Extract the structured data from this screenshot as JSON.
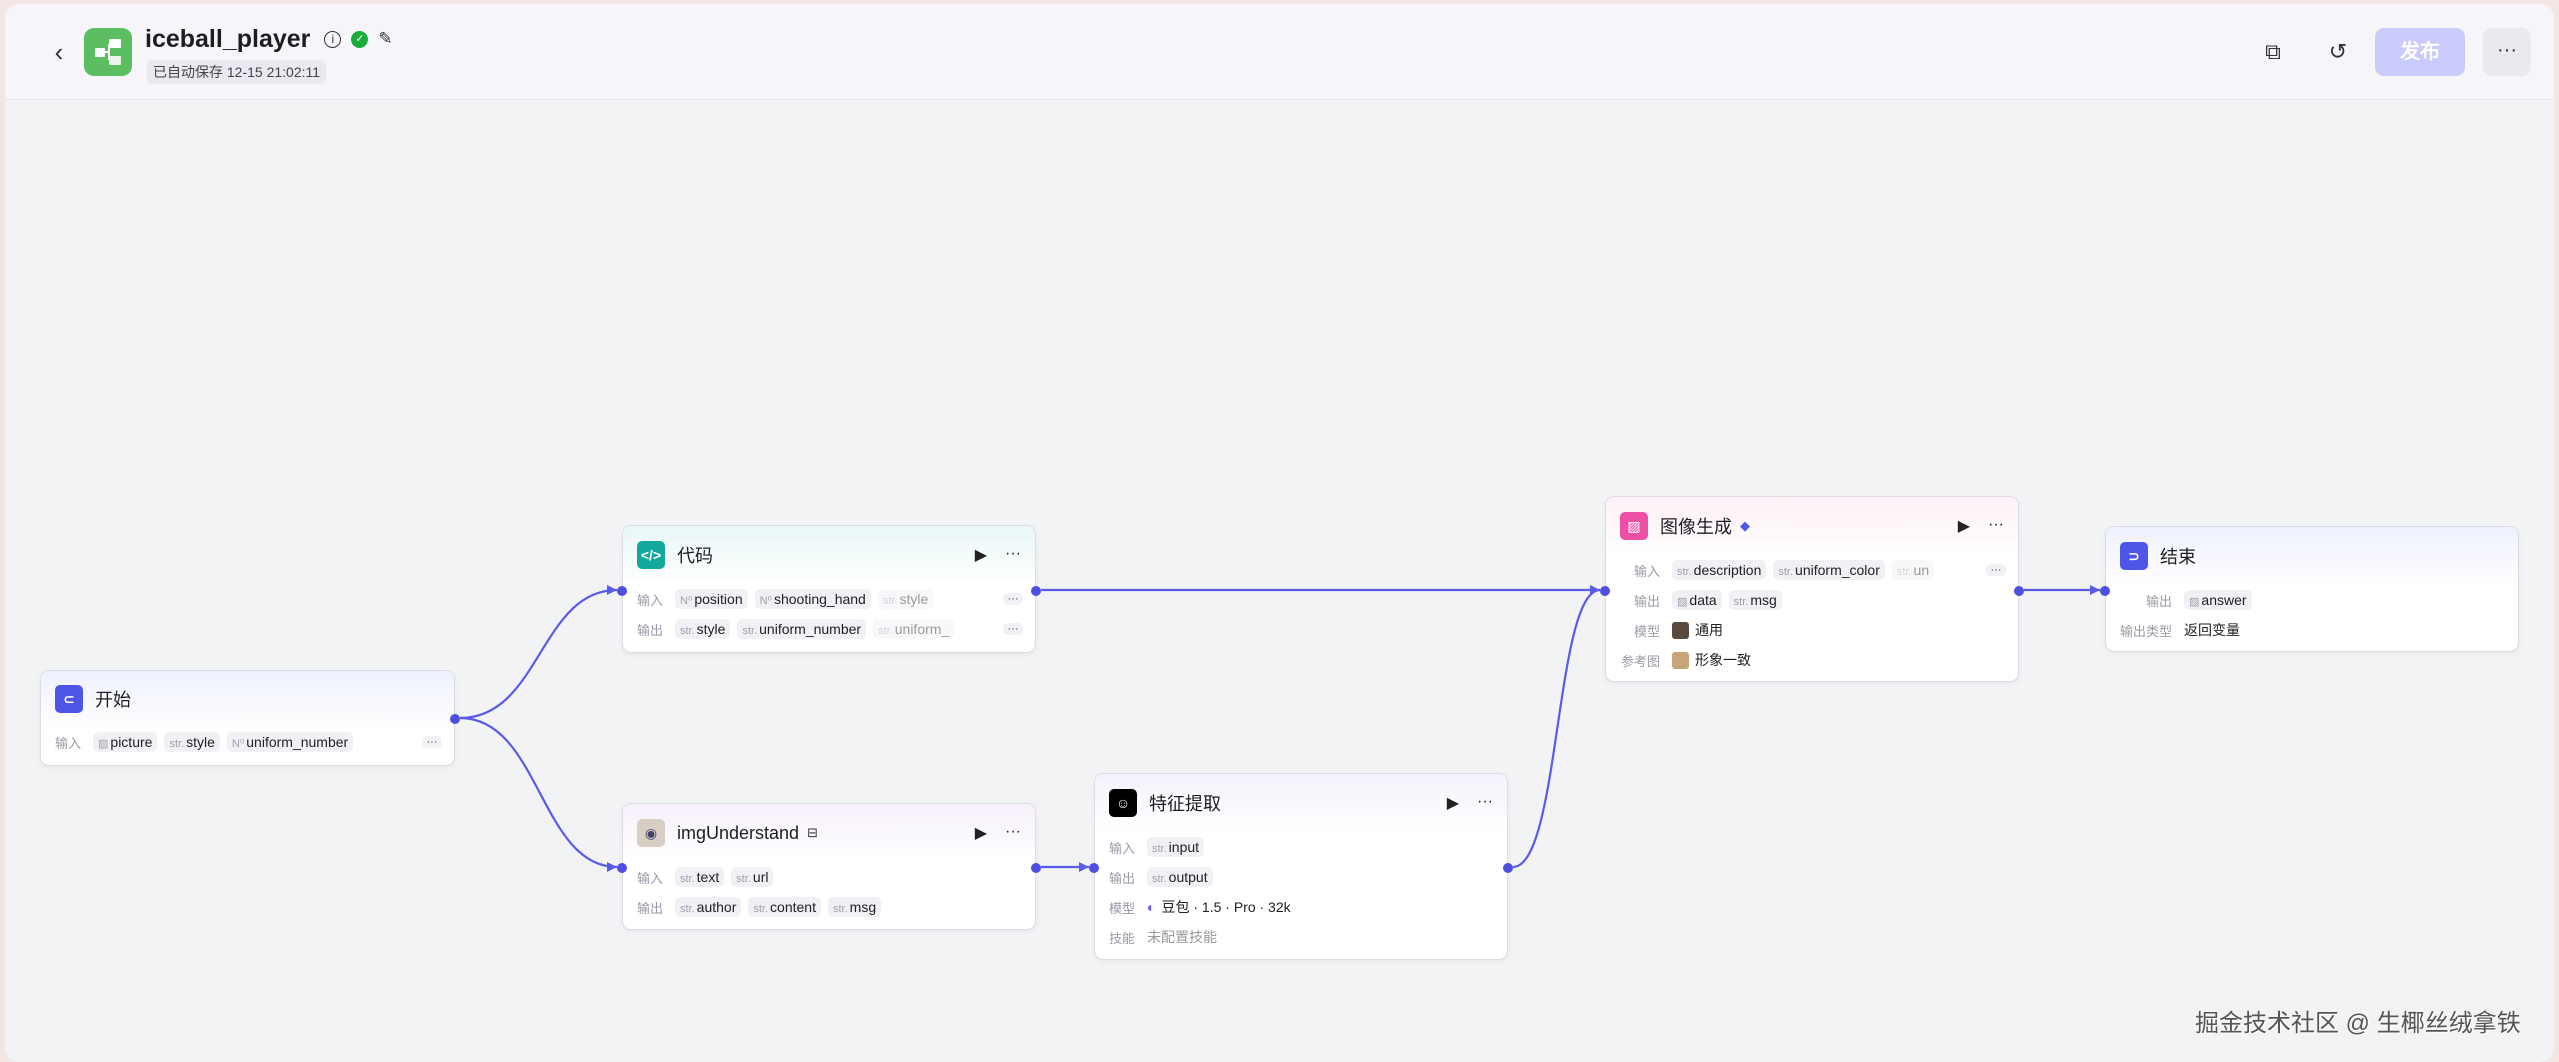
{
  "header": {
    "title": "iceball_player",
    "saved": "已自动保存 12-15 21:02:11",
    "publish": "发布",
    "more": "···"
  },
  "edge_color": "#5a5ce8",
  "nodes": {
    "start": {
      "title": "开始",
      "in_label": "输入",
      "inputs": [
        {
          "type": "img",
          "name": "picture"
        },
        {
          "type": "str.",
          "name": "style"
        },
        {
          "type": "N⁰",
          "name": "uniform_number"
        }
      ]
    },
    "code": {
      "title": "代码",
      "in_label": "输入",
      "out_label": "输出",
      "inputs": [
        {
          "type": "N⁰",
          "name": "position"
        },
        {
          "type": "N⁰",
          "name": "shooting_hand"
        },
        {
          "type": "str.",
          "name": "style"
        }
      ],
      "outputs": [
        {
          "type": "str.",
          "name": "style"
        },
        {
          "type": "str.",
          "name": "uniform_number"
        },
        {
          "type": "str.",
          "name": "uniform_"
        }
      ]
    },
    "img": {
      "title": "imgUnderstand",
      "in_label": "输入",
      "out_label": "输出",
      "inputs": [
        {
          "type": "str.",
          "name": "text"
        },
        {
          "type": "str.",
          "name": "url"
        }
      ],
      "outputs": [
        {
          "type": "str.",
          "name": "author"
        },
        {
          "type": "str.",
          "name": "content"
        },
        {
          "type": "str.",
          "name": "msg"
        }
      ]
    },
    "feat": {
      "title": "特征提取",
      "in_label": "输入",
      "out_label": "输出",
      "model_label": "模型",
      "skill_label": "技能",
      "inputs": [
        {
          "type": "str.",
          "name": "input"
        }
      ],
      "outputs": [
        {
          "type": "str.",
          "name": "output"
        }
      ],
      "model": "豆包 · 1.5 · Pro · 32k",
      "skill": "未配置技能"
    },
    "gen": {
      "title": "图像生成",
      "in_label": "输入",
      "out_label": "输出",
      "model_label": "模型",
      "ref_label": "参考图",
      "inputs": [
        {
          "type": "str.",
          "name": "description"
        },
        {
          "type": "str.",
          "name": "uniform_color"
        },
        {
          "type": "str.",
          "name": "un"
        }
      ],
      "outputs": [
        {
          "type": "img",
          "name": "data"
        },
        {
          "type": "str.",
          "name": "msg"
        }
      ],
      "model": "通用",
      "ref": "形象一致"
    },
    "end": {
      "title": "结束",
      "out_label": "输出",
      "type_label": "输出类型",
      "outputs": [
        {
          "type": "img",
          "name": "answer"
        }
      ],
      "type_value": "返回变量"
    }
  },
  "watermark": "掘金技术社区 @ 生椰丝绒拿铁"
}
